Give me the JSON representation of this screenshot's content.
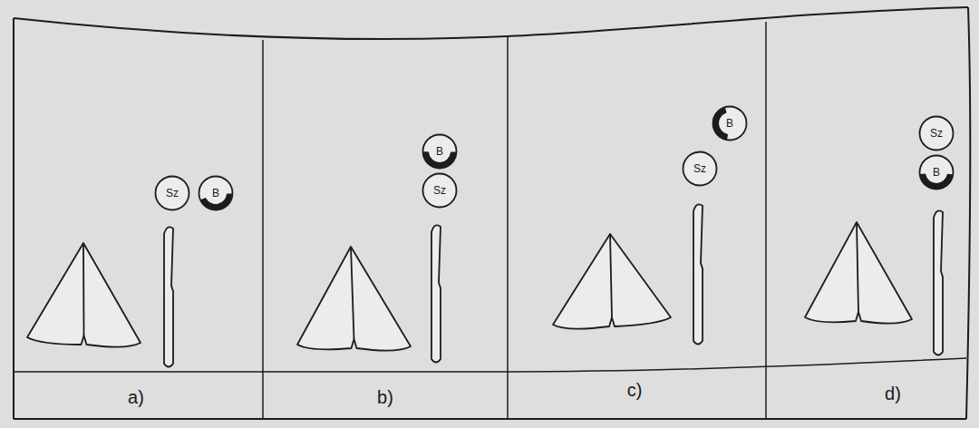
{
  "diagram": {
    "nodes": [
      {
        "text": [
          "Sz"
        ]
      },
      {
        "text": [
          "B"
        ]
      },
      {
        "text": [
          "B"
        ]
      },
      {
        "text": [
          "Sz"
        ]
      },
      {
        "text": [
          "B"
        ]
      },
      {
        "text": [
          "Sz"
        ]
      },
      {
        "text": [
          "Sz"
        ]
      },
      {
        "text": [
          "B"
        ]
      }
    ],
    "labels": [
      "a)",
      "b)",
      "c)",
      "d)"
    ]
  }
}
